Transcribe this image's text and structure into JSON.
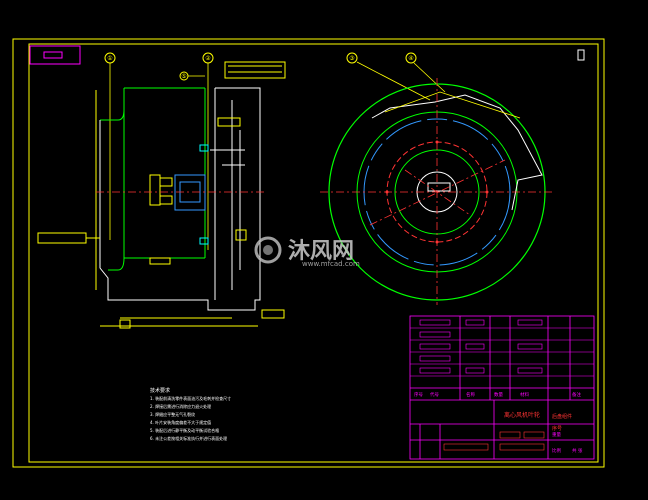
{
  "drawing": {
    "balloons": [
      "①",
      "②",
      "③",
      "④",
      "⑤"
    ],
    "notes_title": "技术要求",
    "notes": [
      "1. 装配前清洗零件表面油污及毛刺并检查尺寸",
      "2. 焊接后需进行消除应力退火处理",
      "3. 焊缝应平整无气孔裂纹",
      "4. 叶片安装角度偏差不大于规定值",
      "5. 装配后进行静平衡及动平衡试验合格",
      "6. 未注公差按相关标准执行并进行表面处理"
    ],
    "title_block": {
      "drawing_name": "离心风机叶轮",
      "part_name": "后盘组件",
      "code": "序号",
      "header_cols": [
        "序号",
        "代号",
        "名称",
        "数量",
        "材料",
        "备注"
      ],
      "weight_label": "重量",
      "scale_label": "比例",
      "sheet_label": "共  张"
    },
    "watermark": {
      "cn": "沐风网",
      "url": "www.mfcad.com"
    }
  },
  "colors": {
    "frame": "#ffff00",
    "outline": "#ffffff",
    "circle_outer": "#00ff00",
    "circle_blue": "#3399ff",
    "center_line": "#ff3333",
    "titleblock": "#ff00ff",
    "cyan": "#00ffff"
  }
}
